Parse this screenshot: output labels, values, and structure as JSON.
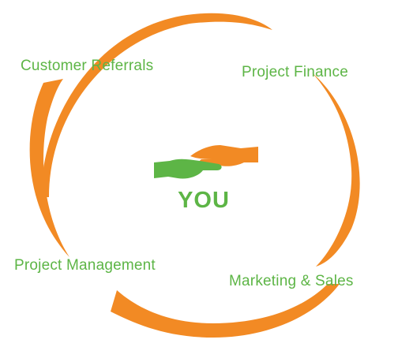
{
  "diagram": {
    "center_label": "YOU",
    "stages": [
      {
        "label": "Customer Referrals"
      },
      {
        "label": "Project Finance"
      },
      {
        "label": "Project Management"
      },
      {
        "label": "Marketing & Sales"
      }
    ]
  },
  "colors": {
    "arc": "#F28A24",
    "label_green": "#5DB546",
    "hand_green": "#5DB546",
    "hand_orange": "#F28A24"
  },
  "icons": {
    "center": "handshake-icon"
  }
}
